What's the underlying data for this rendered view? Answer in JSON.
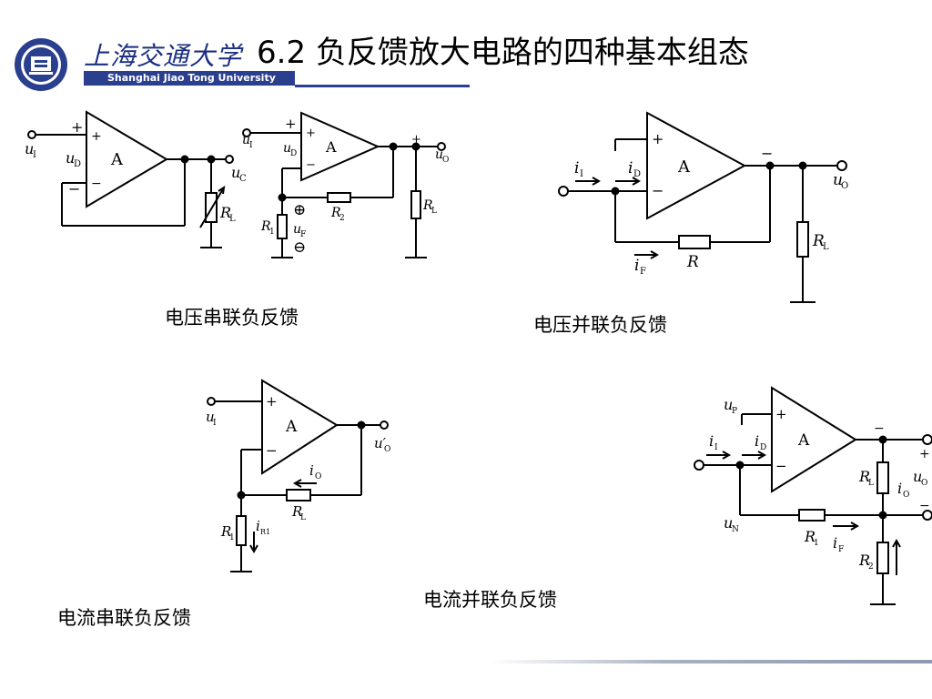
{
  "header": {
    "title": "6.2 负反馈放大电路的四种基本组态",
    "logo_cn": "上海交通大学",
    "logo_en": "Shanghai Jiao Tong University"
  },
  "captions": {
    "voltage_series": "电压串联负反馈",
    "voltage_shunt": "电压并联负反馈",
    "current_series": "电流串联负反馈",
    "current_shunt": "电流并联负反馈"
  },
  "labels": {
    "amp": "A",
    "plus": "+",
    "minus": "−",
    "uI": "u",
    "uI_sub": "I",
    "uD": "u",
    "uD_sub": "D",
    "uC": "u",
    "uC_sub": "C",
    "uO": "u",
    "uO_sub": "O",
    "uF": "u",
    "uF_sub": "F",
    "uP": "u",
    "uP_sub": "P",
    "uN": "u",
    "uN_sub": "N",
    "uO_prime": "u′",
    "RL": "R",
    "RL_sub": "L",
    "R1": "R",
    "R1_sub": "1",
    "R2": "R",
    "R2_sub": "2",
    "R": "R",
    "iI": "i",
    "iI_sub": "I",
    "iD": "i",
    "iD_sub": "D",
    "iF": "i",
    "iF_sub": "F",
    "iO": "i",
    "iO_sub": "O",
    "iR1": "i",
    "iR1_sub": "R1",
    "circ_plus": "⊕",
    "circ_minus": "⊖"
  },
  "colors": {
    "brand_blue": "#2b3f8f",
    "ink": "#000000"
  }
}
